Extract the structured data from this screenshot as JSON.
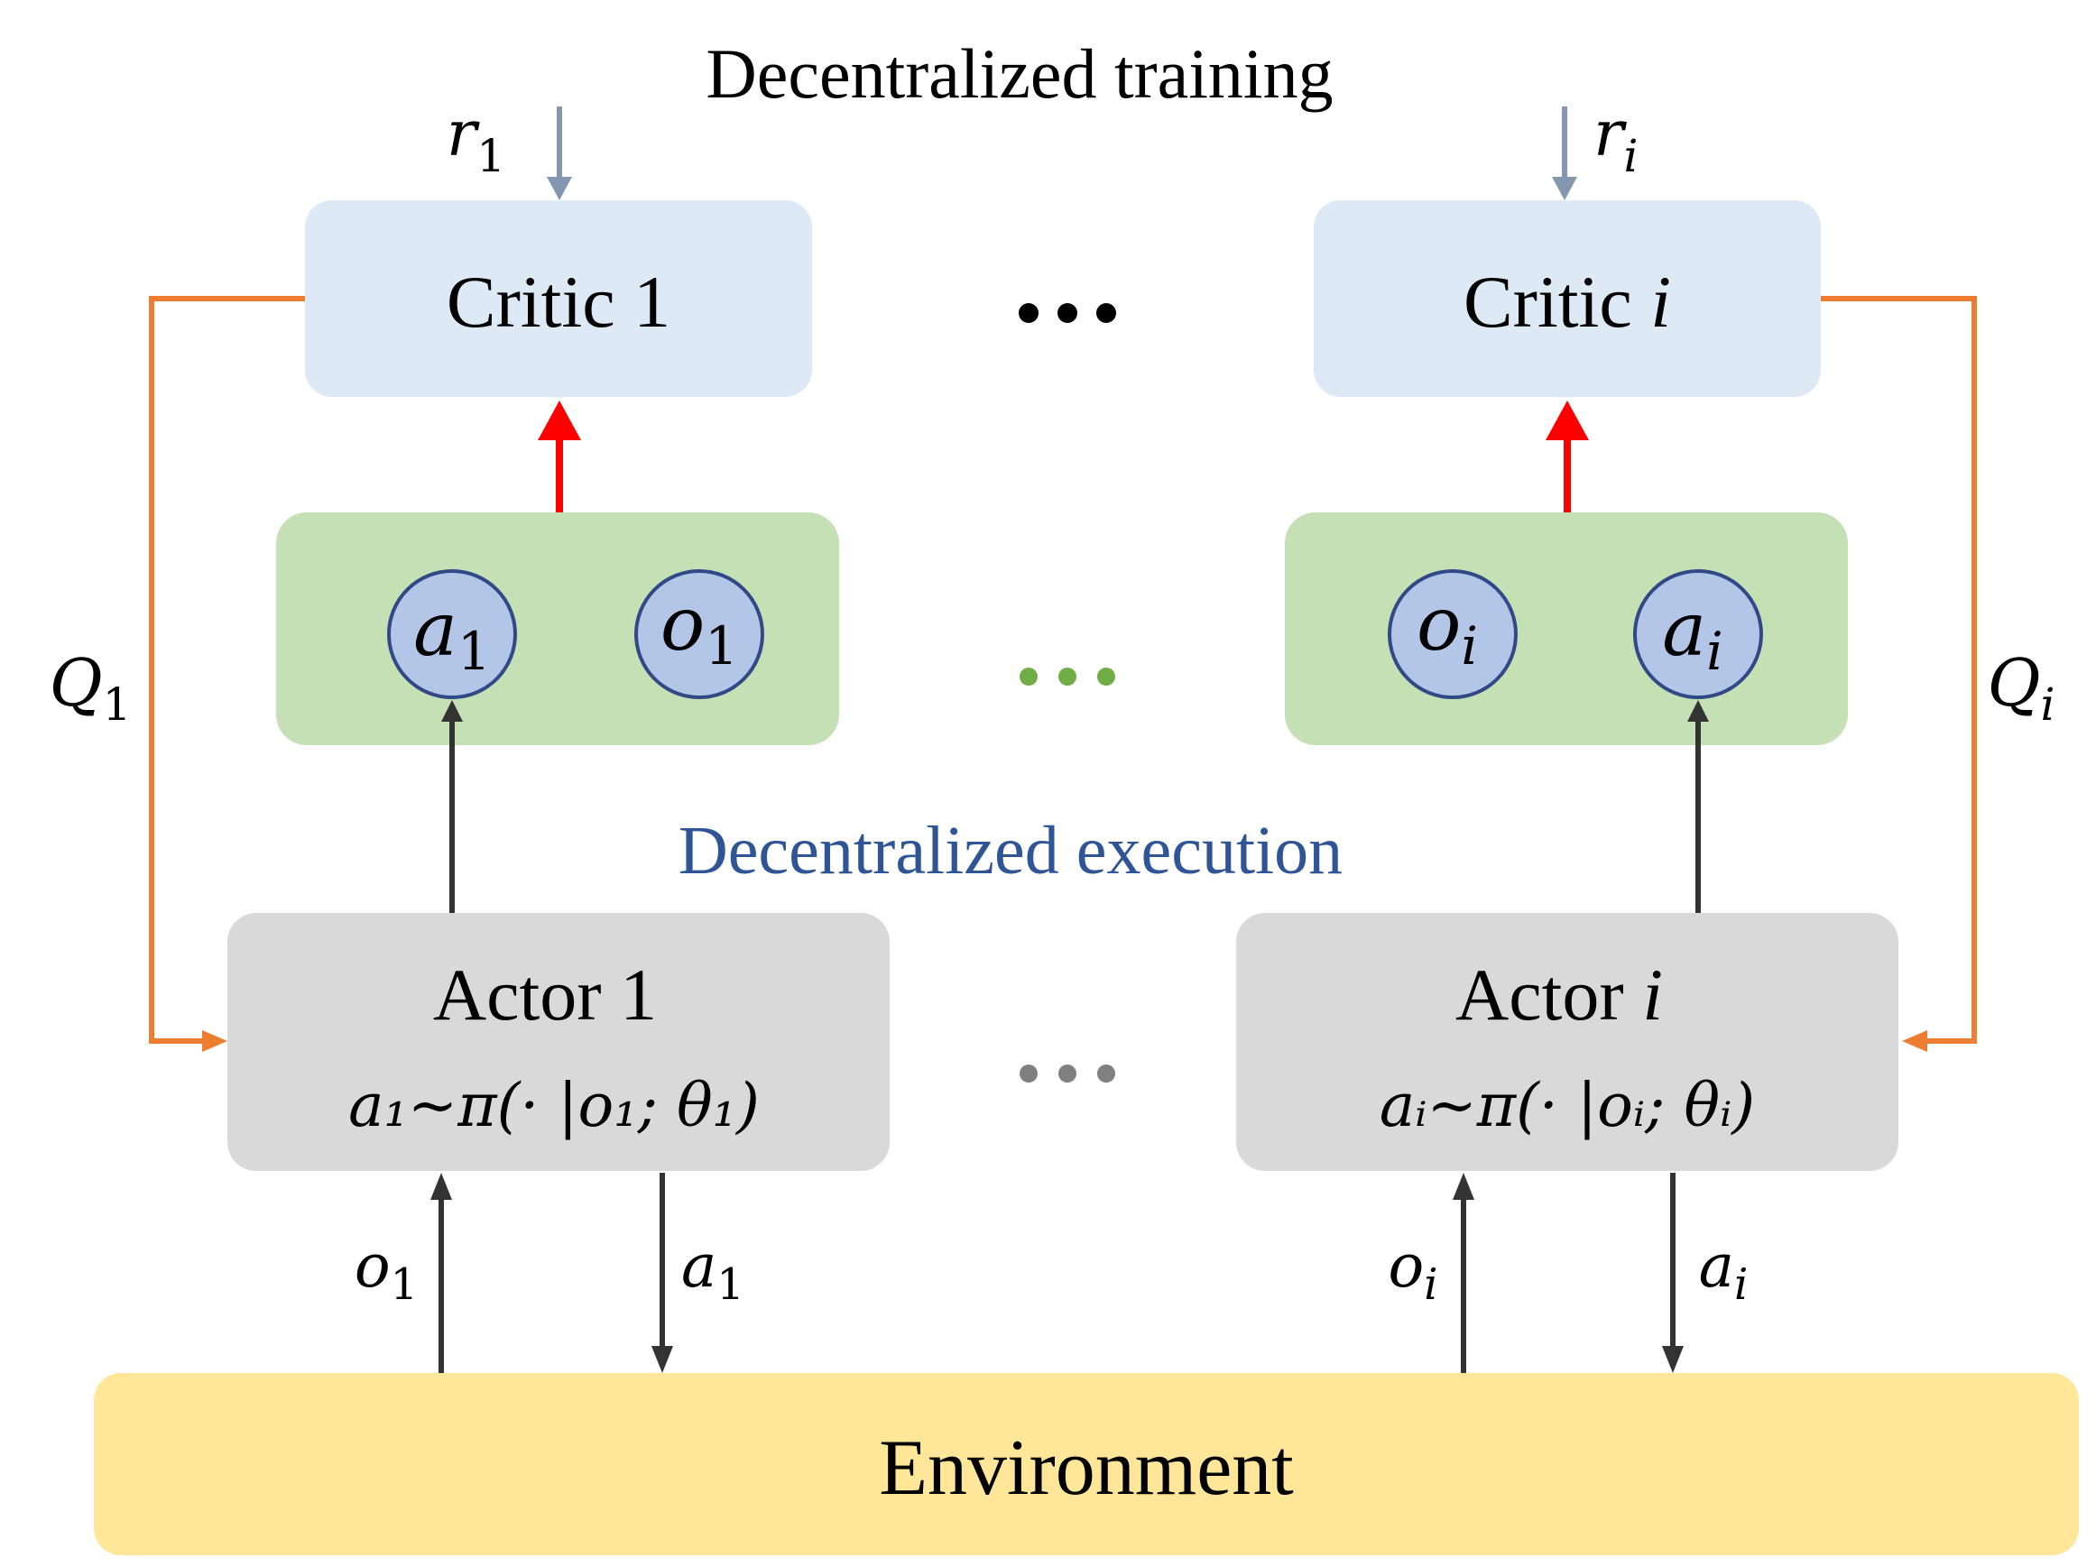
{
  "titles": {
    "training": "Decentralized training",
    "execution": "Decentralized execution"
  },
  "critics": [
    {
      "label": "Critic 1",
      "name_text": "Critic ",
      "index": "1",
      "reward": "r",
      "reward_sub": "1",
      "q": "Q",
      "q_sub": "1"
    },
    {
      "label": "Critic i",
      "name_text": "Critic ",
      "index": "i",
      "reward": "r",
      "reward_sub": "i",
      "q": "Q",
      "q_sub": "i"
    }
  ],
  "observation_groups": [
    {
      "items": [
        {
          "sym": "a",
          "sub": "1"
        },
        {
          "sym": "o",
          "sub": "1"
        }
      ]
    },
    {
      "items": [
        {
          "sym": "o",
          "sub": "i"
        },
        {
          "sym": "a",
          "sub": "i"
        }
      ]
    }
  ],
  "actors": [
    {
      "name_text": "Actor ",
      "index": "1",
      "policy": "a₁~π(· |o₁; θ₁)",
      "obs": "o",
      "obs_sub": "1",
      "act": "a",
      "act_sub": "1"
    },
    {
      "name_text": "Actor ",
      "index": "i",
      "policy": "aᵢ~π(· |oᵢ; θᵢ)",
      "obs": "o",
      "obs_sub": "i",
      "act": "a",
      "act_sub": "i"
    }
  ],
  "environment": "Environment",
  "colors": {
    "critic_fill": "#dde9f5",
    "obs_group_fill": "#c5e0b4",
    "circle_fill": "#b4c6e7",
    "circle_stroke": "#2f4a86",
    "actor_fill": "#d9d9d9",
    "env_fill": "#ffe699",
    "q_arrow": "#ed7d31",
    "critic_arrow": "#ff0000",
    "reward_arrow": "#8497b0",
    "exec_text": "#2f5597",
    "green_dots": "#70ad47",
    "grey_dots": "#808080"
  }
}
